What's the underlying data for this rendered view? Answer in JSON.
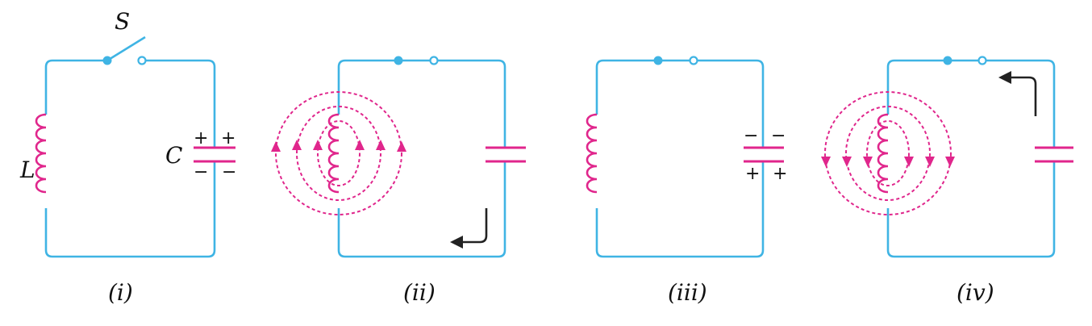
{
  "panels": [
    {
      "caption": "(i)",
      "inductor_label": "L",
      "switch_label": "S",
      "capacitor_label": "C",
      "top_plate_signs": [
        "+",
        "+"
      ],
      "bottom_plate_signs": [
        "−",
        "−"
      ]
    },
    {
      "caption": "(ii)"
    },
    {
      "caption": "(iii)",
      "top_plate_signs": [
        "−",
        "−"
      ],
      "bottom_plate_signs": [
        "+",
        "+"
      ]
    },
    {
      "caption": "(iv)"
    }
  ],
  "colors": {
    "wire": "#3fb4e4",
    "component": "#e0268c",
    "current_arrow": "#222222"
  }
}
